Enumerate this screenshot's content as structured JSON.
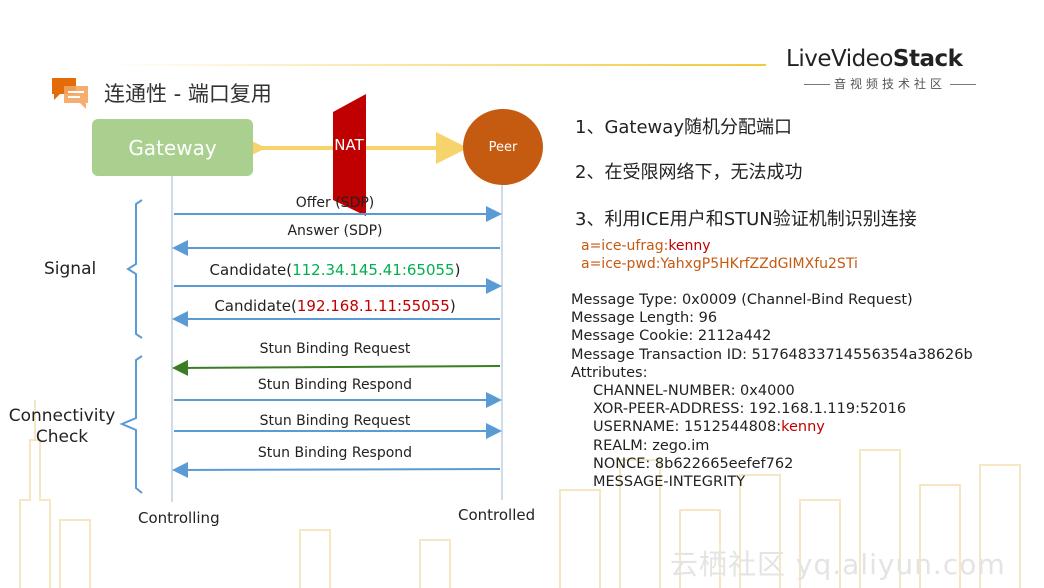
{
  "slide_title": "连通性 - 端口复用",
  "brand": {
    "name_light": "LiveVideo",
    "name_bold": "Stack",
    "subtitle": "音视频技术社区"
  },
  "nodes": {
    "gateway": "Gateway",
    "nat": "NAT",
    "peer": "Peer"
  },
  "groups": {
    "signal": "Signal",
    "connectivity_line1": "Connectivity",
    "connectivity_line2": "Check"
  },
  "bottom_labels": {
    "left": "Controlling",
    "right": "Controlled"
  },
  "messages": [
    {
      "text": "Offer (SDP)",
      "direction": "right"
    },
    {
      "text": "Answer (SDP)",
      "direction": "left"
    },
    {
      "prefix": "Candidate(",
      "value": "112.34.145.41:65055",
      "suffix": ")",
      "direction": "right",
      "value_color": "#00b050"
    },
    {
      "prefix": "Candidate(",
      "value": "192.168.1.11:55055",
      "suffix": ")",
      "direction": "left",
      "value_color": "#c00000"
    },
    {
      "text": "Stun Binding Request",
      "direction": "left"
    },
    {
      "text": "Stun Binding Respond",
      "direction": "right"
    },
    {
      "text": "Stun Binding Request",
      "direction": "right"
    },
    {
      "text": "Stun Binding Respond",
      "direction": "left"
    }
  ],
  "points": [
    "1、Gateway随机分配端口",
    "2、在受限网络下，无法成功",
    "3、利用ICE用户和STUN验证机制识别连接"
  ],
  "ice": {
    "ufrag_prefix": "a=ice-ufrag:",
    "ufrag_value": "kenny",
    "pwd_prefix": "a=ice-pwd:",
    "pwd_value": "YahxgP5HKrfZZdGIMXfu2STi"
  },
  "stun_message": {
    "type": "Message Type: 0x0009 (Channel-Bind Request)",
    "length": "Message Length: 96",
    "cookie": "Message Cookie: 2112a442",
    "transaction": "Message Transaction ID: 51764833714556354a38626b",
    "attributes_label": "Attributes:",
    "channel_number": "CHANNEL-NUMBER: 0x4000",
    "xor_peer": "XOR-PEER-ADDRESS: 192.168.1.119:52016",
    "username_prefix": "USERNAME: 1512544808:",
    "username_value": "kenny",
    "realm": "REALM: zego.im",
    "nonce": "NONCE: 8b622665eefef762",
    "integrity": "MESSAGE-INTEGRITY"
  },
  "watermark": "云栖社区 yq.aliyun.com",
  "colors": {
    "gateway": "#a9d08e",
    "peer": "#c55a11",
    "nat": "#c00000",
    "arrow_blue": "#5b9bd5",
    "arrow_green": "#3a7d22",
    "link_yellow": "#f7d36b"
  }
}
